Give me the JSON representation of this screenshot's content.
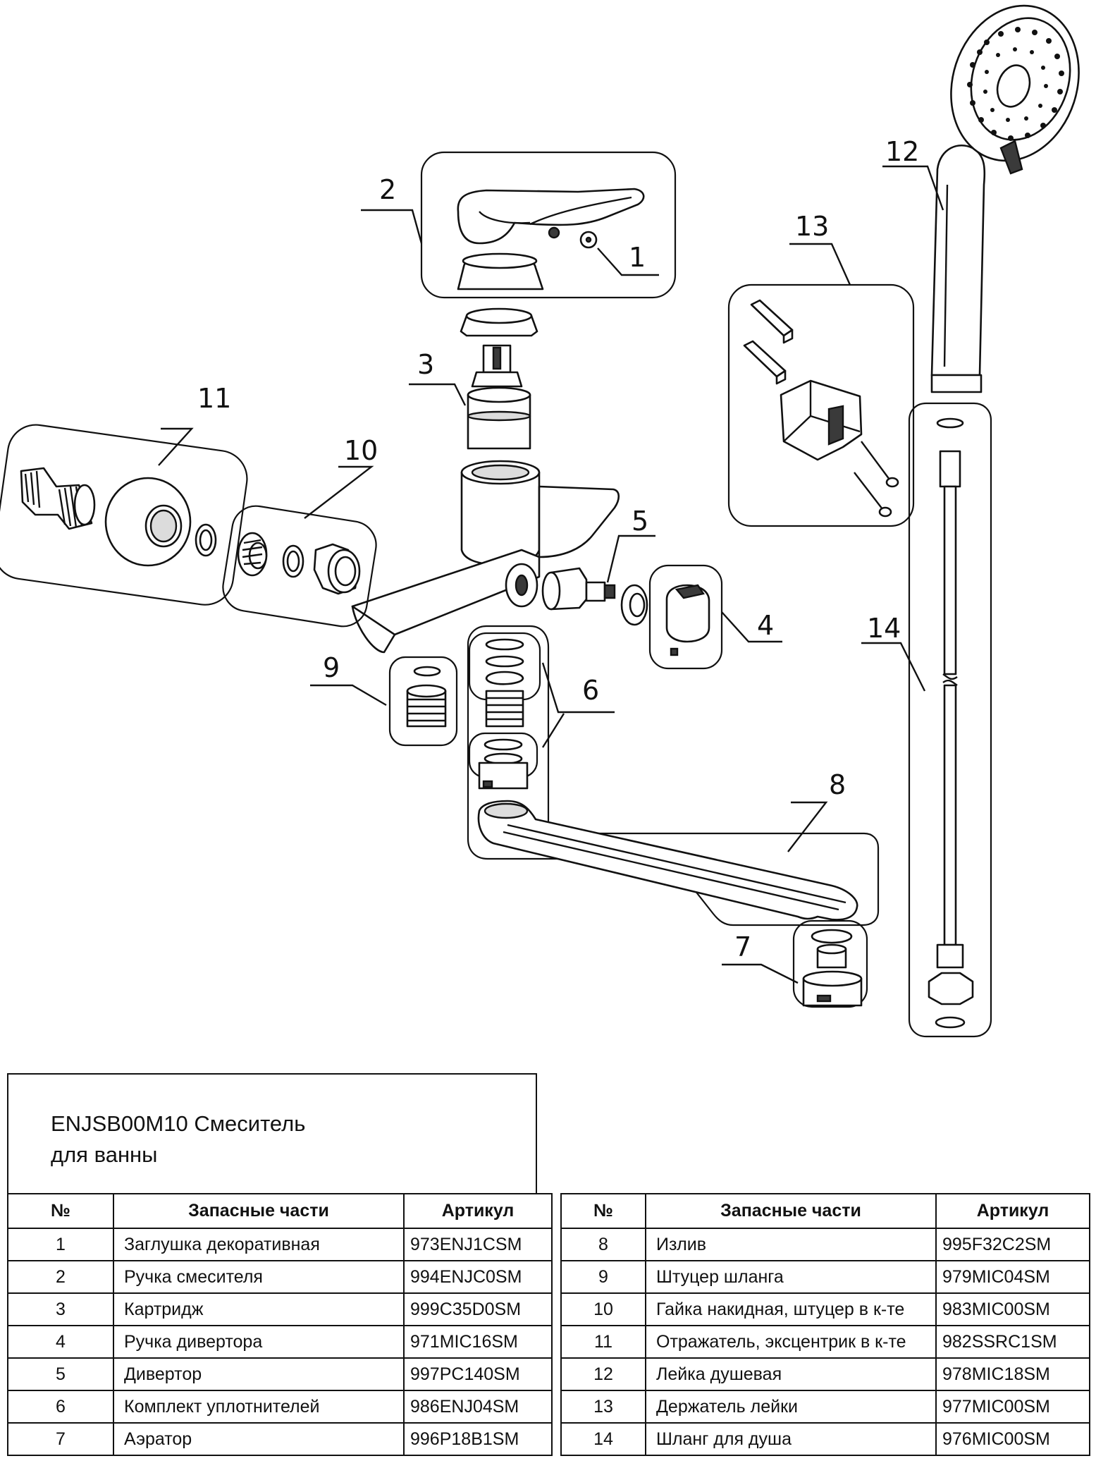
{
  "title": {
    "line1": "ENJSB00M10 Смеситель",
    "line2": "для ванны"
  },
  "callouts": [
    "1",
    "2",
    "3",
    "4",
    "5",
    "6",
    "7",
    "8",
    "9",
    "10",
    "11",
    "12",
    "13",
    "14"
  ],
  "table": {
    "headers": {
      "num": "№",
      "part": "Запасные части",
      "sku": "Артикул"
    },
    "left_rows": [
      {
        "num": "1",
        "part": "Заглушка декоративная",
        "sku": "973ENJ1CSM"
      },
      {
        "num": "2",
        "part": "Ручка смесителя",
        "sku": "994ENJC0SM"
      },
      {
        "num": "3",
        "part": "Картридж",
        "sku": "999C35D0SM"
      },
      {
        "num": "4",
        "part": "Ручка дивертора",
        "sku": "971MIC16SM"
      },
      {
        "num": "5",
        "part": "Дивертор",
        "sku": "997PC140SM"
      },
      {
        "num": "6",
        "part": "Комплект уплотнителей",
        "sku": "986ENJ04SM"
      },
      {
        "num": "7",
        "part": "Аэратор",
        "sku": "996P18B1SM"
      }
    ],
    "right_rows": [
      {
        "num": "8",
        "part": "Излив",
        "sku": "995F32C2SM"
      },
      {
        "num": "9",
        "part": "Штуцер шланга",
        "sku": "979MIC04SM"
      },
      {
        "num": "10",
        "part": "Гайка накидная, штуцер в к-те",
        "sku": "983MIC00SM"
      },
      {
        "num": "11",
        "part": "Отражатель, эксцентрик в к-те",
        "sku": "982SSRC1SM"
      },
      {
        "num": "12",
        "part": "Лейка душевая",
        "sku": "978MIC18SM"
      },
      {
        "num": "13",
        "part": "Держатель лейки",
        "sku": "977MIC00SM"
      },
      {
        "num": "14",
        "part": "Шланг для душа",
        "sku": "976MIC00SM"
      }
    ]
  }
}
